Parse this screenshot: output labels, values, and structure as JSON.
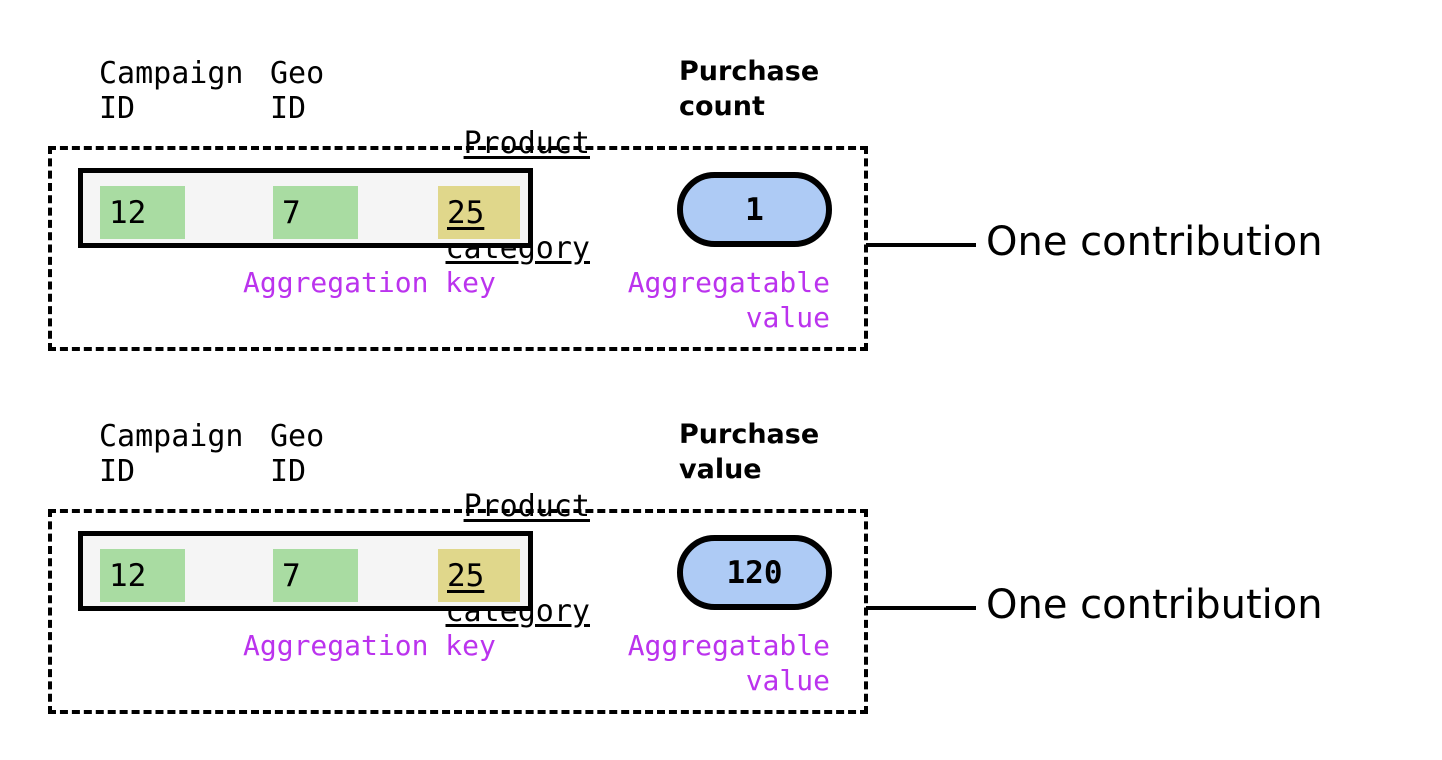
{
  "diagram": {
    "blocks": [
      {
        "headers": {
          "campaign": "Campaign\nID",
          "geo": "Geo\nID",
          "product_line1": "Product",
          "product_line2": "category",
          "metric": "Purchase\ncount"
        },
        "key_cells": [
          {
            "value": "12",
            "color": "#a9dca2"
          },
          {
            "value": "7",
            "color": "#a9dca2"
          },
          {
            "value": "25",
            "color": "#e0d78b"
          }
        ],
        "aggregatable_value": "1",
        "value_color": "#aecbf5",
        "key_annotation": "Aggregation key",
        "value_annotation": "Aggregatable\nvalue",
        "caption": "One contribution"
      },
      {
        "headers": {
          "campaign": "Campaign\nID",
          "geo": "Geo\nID",
          "product_line1": "Product",
          "product_line2": "category",
          "metric": "Purchase\nvalue"
        },
        "key_cells": [
          {
            "value": "12",
            "color": "#a9dca2"
          },
          {
            "value": "7",
            "color": "#a9dca2"
          },
          {
            "value": "25",
            "color": "#e0d78b"
          }
        ],
        "aggregatable_value": "120",
        "value_color": "#aecbf5",
        "key_annotation": "Aggregation key",
        "value_annotation": "Aggregatable\nvalue",
        "caption": "One contribution"
      }
    ],
    "colors": {
      "key_highlight_green": "#a9dca2",
      "key_highlight_yellow": "#e0d78b",
      "value_capsule_blue": "#aecbf5",
      "annotation_purple": "#bb33ee",
      "outline_black": "#000000",
      "key_box_fill": "#f5f5f5"
    }
  }
}
